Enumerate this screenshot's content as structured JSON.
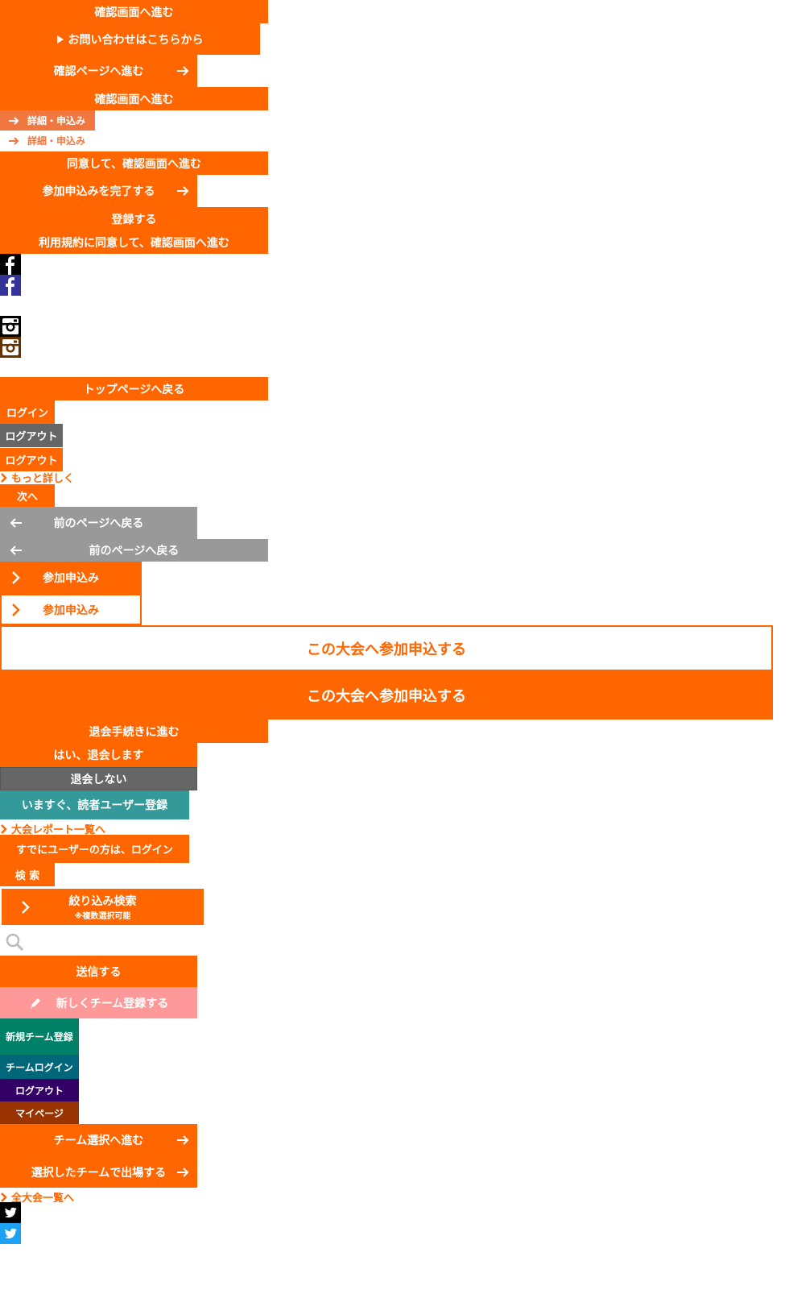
{
  "buttons": {
    "confirm_screen_1": "確認画面へ進む",
    "contact": "お問い合わせはこちらから",
    "confirm_page": "確認ページへ進む",
    "confirm_screen_2": "確認画面へ進む",
    "detail_apply_1": "詳細・申込み",
    "detail_apply_2": "詳細・申込み",
    "agree_confirm": "同意して、確認画面へ進む",
    "complete_apply": "参加申込みを完了する",
    "register": "登録する",
    "terms_agree": "利用規約に同意して、確認画面へ進む",
    "back_top": "トップページへ戻る",
    "login": "ログイン",
    "logout_gray": "ログアウト",
    "logout_orange": "ログアウト",
    "more_detail": "もっと詳しく",
    "next": "次へ",
    "prev_page_1": "前のページへ戻る",
    "prev_page_2": "前のページへ戻る",
    "apply_1": "参加申込み",
    "apply_2": "参加申込み",
    "tournament_apply_outline": "この大会へ参加申込する",
    "tournament_apply_filled": "この大会へ参加申込する",
    "withdraw_proceed": "退会手続きに進む",
    "withdraw_yes": "はい、退会します",
    "withdraw_no": "退会しない",
    "reader_register": "いますぐ、読者ユーザー登録",
    "report_list": "大会レポート一覧へ",
    "existing_login": "すでにユーザーの方は、ログイン",
    "search": "検 索",
    "filter_search": "絞り込み検索",
    "filter_search_note": "※複数選択可能",
    "send": "送信する",
    "new_team_register": "新しくチーム登録する",
    "new_team_reg_short": "新規チーム登録",
    "team_login": "チームログイン",
    "logout_purple": "ログアウト",
    "mypage": "マイページ",
    "team_select": "チーム選択へ進む",
    "team_enter": "選択したチームで出場する",
    "all_tournaments": "全大会一覧へ"
  },
  "colors": {
    "orange": "#ff6600",
    "light_orange": "#f07840",
    "gray_dark": "#666666",
    "gray_light": "#999999",
    "teal": "#339999",
    "pink": "#ff9999",
    "green_teal": "#008066",
    "dark_teal": "#00667a",
    "purple": "#330066",
    "brown": "#993300",
    "fb_blue": "#333399",
    "ig_brown": "#663300",
    "tw_blue": "#1da1f2"
  },
  "icons": [
    "facebook-icon",
    "instagram-icon",
    "twitter-icon",
    "arrow-right-icon",
    "arrow-left-icon",
    "chevron-right-icon",
    "search-icon",
    "pencil-icon"
  ]
}
